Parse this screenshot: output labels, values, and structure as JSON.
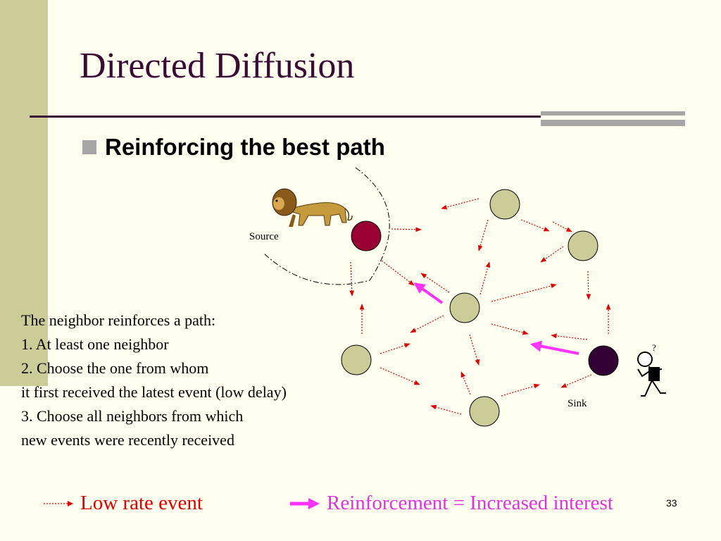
{
  "slide": {
    "title": "Directed Diffusion",
    "bullet": "Reinforcing the best path",
    "page_number": "33"
  },
  "diagram": {
    "source_label": "Source",
    "sink_label": "Sink",
    "colors": {
      "node_fill": "#cccc99",
      "source_fill": "#990033",
      "sink_fill": "#330033",
      "low_rate_arrow": "#e00000",
      "reinforcement_arrow": "#ff33ff"
    },
    "icons": [
      "lion-icon",
      "thinking-person-icon"
    ]
  },
  "info": {
    "lines": [
      "The neighbor reinforces a path:",
      "1. At least one neighbor",
      "2. Choose the one from whom",
      "it first received the latest event (low delay)",
      "3. Choose all neighbors from which",
      "new events were recently received"
    ]
  },
  "legend": {
    "low_rate": "Low rate event",
    "reinforcement": "Reinforcement = Increased interest"
  }
}
